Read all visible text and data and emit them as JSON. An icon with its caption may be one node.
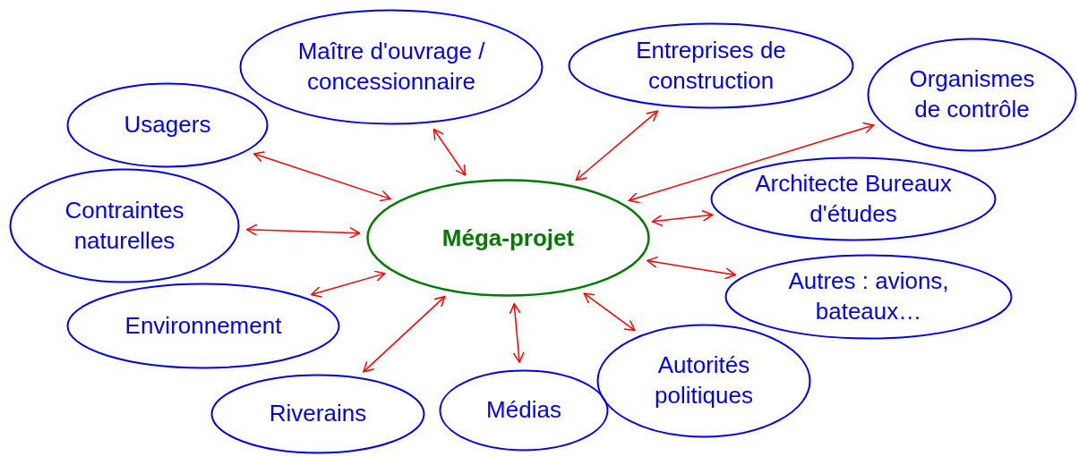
{
  "diagram": {
    "nodes": [
      {
        "text": [
          "Méga-projet"
        ]
      },
      {
        "text": [
          "Maître d'ouvrage / concessionnaire"
        ]
      },
      {
        "text": [
          "Entreprises de construction"
        ]
      },
      {
        "text": [
          "Organismes de contrôle"
        ]
      },
      {
        "text": [
          "Usagers"
        ]
      },
      {
        "text": [
          "Contraintes naturelles"
        ]
      },
      {
        "text": [
          "Architecte Bureaux d'études"
        ]
      },
      {
        "text": [
          "Autres : avions, bateaux…"
        ]
      },
      {
        "text": [
          "Environnement"
        ]
      },
      {
        "text": [
          "Médias"
        ]
      },
      {
        "text": [
          "Autorités politiques"
        ]
      },
      {
        "text": [
          "Riverains"
        ]
      }
    ],
    "edges": [
      {
        "from": 0,
        "to": 1,
        "arrow": "both"
      },
      {
        "from": 0,
        "to": 2,
        "arrow": "both"
      },
      {
        "from": 0,
        "to": 3,
        "arrow": "both"
      },
      {
        "from": 0,
        "to": 4,
        "arrow": "both"
      },
      {
        "from": 0,
        "to": 5,
        "arrow": "both"
      },
      {
        "from": 0,
        "to": 6,
        "arrow": "both"
      },
      {
        "from": 0,
        "to": 7,
        "arrow": "both"
      },
      {
        "from": 0,
        "to": 8,
        "arrow": "both"
      },
      {
        "from": 0,
        "to": 9,
        "arrow": "both"
      },
      {
        "from": 0,
        "to": 10,
        "arrow": "both"
      },
      {
        "from": 0,
        "to": 11,
        "arrow": "both"
      }
    ]
  }
}
